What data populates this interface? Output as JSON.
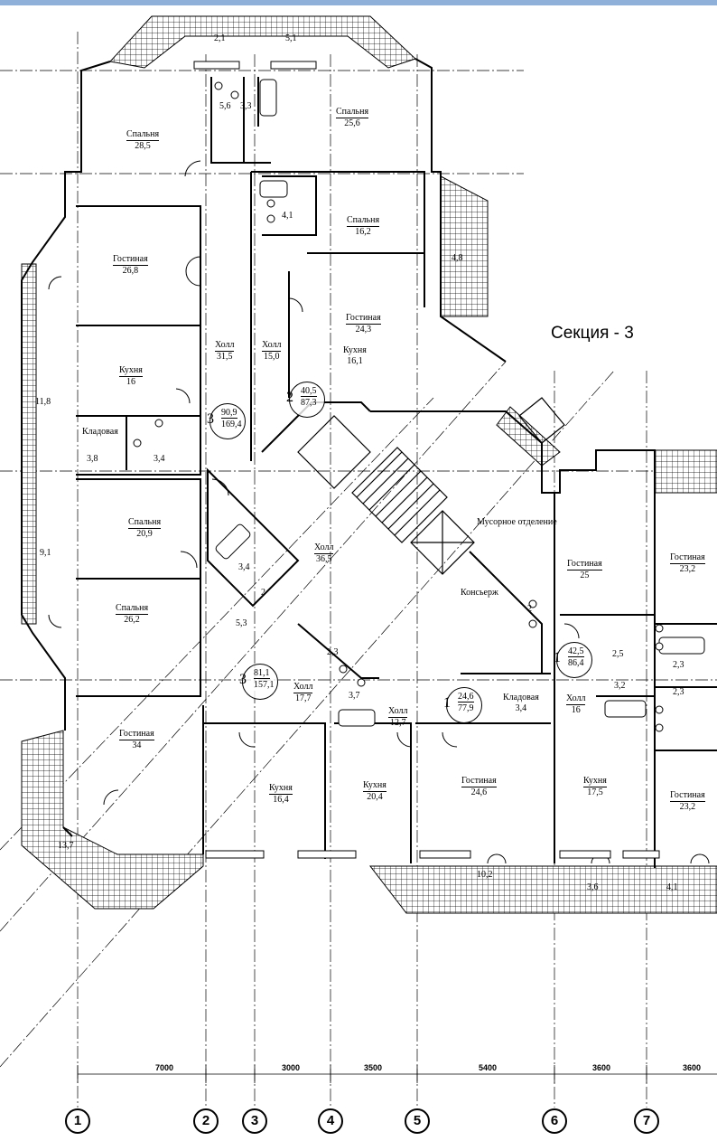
{
  "section_title": "Секция - 3",
  "rooms": [
    {
      "name": "Спальня",
      "area": "28,5"
    },
    {
      "name": "Спальня",
      "area": "25,6"
    },
    {
      "name": "Спальня",
      "area": "16,2"
    },
    {
      "name": "Гостиная",
      "area": "26,8"
    },
    {
      "name": "Гостиная",
      "area": "24,3"
    },
    {
      "name": "Кухня",
      "area": "16,1"
    },
    {
      "name": "Кухня",
      "area": "16"
    },
    {
      "name": "Холл",
      "area": "31,5"
    },
    {
      "name": "Холл",
      "area": "15,0"
    },
    {
      "name": "Кладовая",
      "area": ""
    },
    {
      "name": "Спальня",
      "area": "20,9"
    },
    {
      "name": "Холл",
      "area": "36,5"
    },
    {
      "name": "Спальня",
      "area": "26,2"
    },
    {
      "name": "Гостиная",
      "area": "34"
    },
    {
      "name": "Холл",
      "area": "17,7"
    },
    {
      "name": "Холл",
      "area": "12,7"
    },
    {
      "name": "Кухня",
      "area": "16,4"
    },
    {
      "name": "Кухня",
      "area": "20,4"
    },
    {
      "name": "Гостиная",
      "area": "24,6"
    },
    {
      "name": "Кухня",
      "area": "17,5"
    },
    {
      "name": "Гостиная",
      "area": "23,2"
    },
    {
      "name": "Гостиная",
      "area": "25"
    },
    {
      "name": "Гостиная",
      "area": "23,2"
    },
    {
      "name": "Кладовая",
      "area": "3,4"
    },
    {
      "name": "Холл",
      "area": "16"
    }
  ],
  "plain_labels": [
    "Мусорное отделение",
    "Консьерж"
  ],
  "small_numbers": [
    "2,1",
    "5,1",
    "5,6",
    "3,3",
    "4,1",
    "4,8",
    "11,8",
    "3,8",
    "3,4",
    "9,1",
    "3,4",
    "2",
    "5,3",
    "2,3",
    "3,7",
    "2,5",
    "3,2",
    "2,3",
    "2,3",
    "2",
    "13,7",
    "10,2",
    "3,6",
    "4,1"
  ],
  "apartments": [
    {
      "number": "3",
      "area_living": "90,9",
      "area_total": "169,4"
    },
    {
      "number": "2",
      "area_living": "40,5",
      "area_total": "87,3"
    },
    {
      "number": "3",
      "area_living": "81,1",
      "area_total": "157,1"
    },
    {
      "number": "1",
      "area_living": "24,6",
      "area_total": "77,9"
    },
    {
      "number": "1",
      "area_living": "42,5",
      "area_total": "86,4"
    }
  ],
  "dimensions": [
    "7000",
    "3000",
    "3500",
    "5400",
    "3600",
    "3600"
  ],
  "axes": [
    "1",
    "2",
    "3",
    "4",
    "5",
    "6",
    "7"
  ]
}
